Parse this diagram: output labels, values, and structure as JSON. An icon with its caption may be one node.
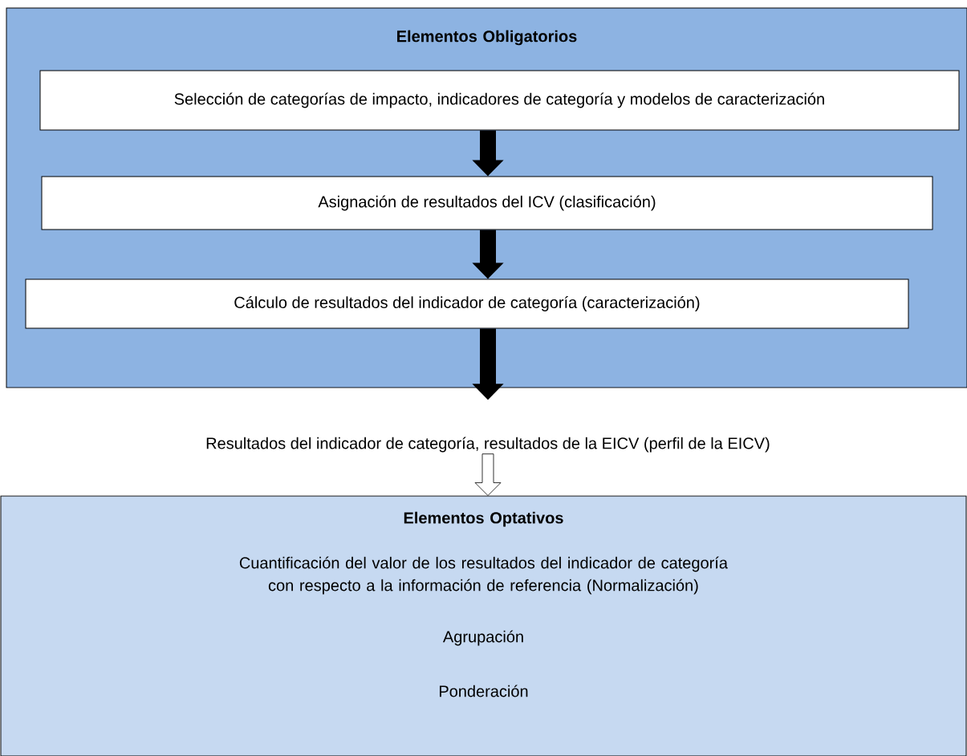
{
  "diagram": {
    "nodes": [
      {
        "text": [
          "Elementos Obligatorios"
        ]
      },
      {
        "text": [
          "Selección de categorías de impacto, indicadores de categoría y modelos de caracterización"
        ],
        "in": 0
      },
      {
        "text": [
          "Asignación de resultados del ICV (clasificación)"
        ],
        "in": 0
      },
      {
        "text": [
          "Cálculo de resultados del indicador de categoría (caracterización)"
        ],
        "in": 0
      },
      {
        "text": [
          "Resultados del indicador de categoría, resultados de la EICV (perfil de la EICV)"
        ]
      },
      {
        "text": [
          "Elementos Optativos",
          "Cuantificación del valor de los resultados del indicador de categoría con respecto a la información de referencia (Normalización)",
          "Agrupación",
          "Ponderación"
        ]
      }
    ],
    "edges": [
      {
        "from": 1,
        "to": 2,
        "arrow": "to"
      },
      {
        "from": 2,
        "to": 3,
        "arrow": "to"
      },
      {
        "from": 3,
        "to": 4,
        "arrow": "to"
      },
      {
        "from": 4,
        "to": 5,
        "arrow": "to"
      }
    ]
  }
}
